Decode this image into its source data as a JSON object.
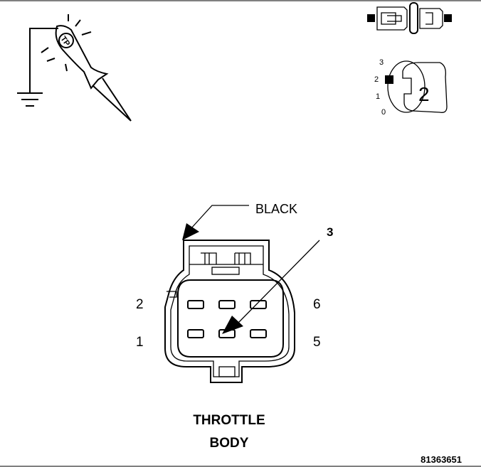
{
  "callouts": {
    "wire_color": "BLACK",
    "pin_pointer": "3"
  },
  "pin_numbers": {
    "top_left": "2",
    "bottom_left": "1",
    "top_right": "6",
    "bottom_right": "5"
  },
  "ignition_switch": {
    "positions": [
      "3",
      "2",
      "1",
      "0"
    ],
    "selected": "2"
  },
  "test_light": {
    "badge": "TP"
  },
  "caption": {
    "line1": "THROTTLE",
    "line2": "BODY"
  },
  "figure_id": "81363651"
}
